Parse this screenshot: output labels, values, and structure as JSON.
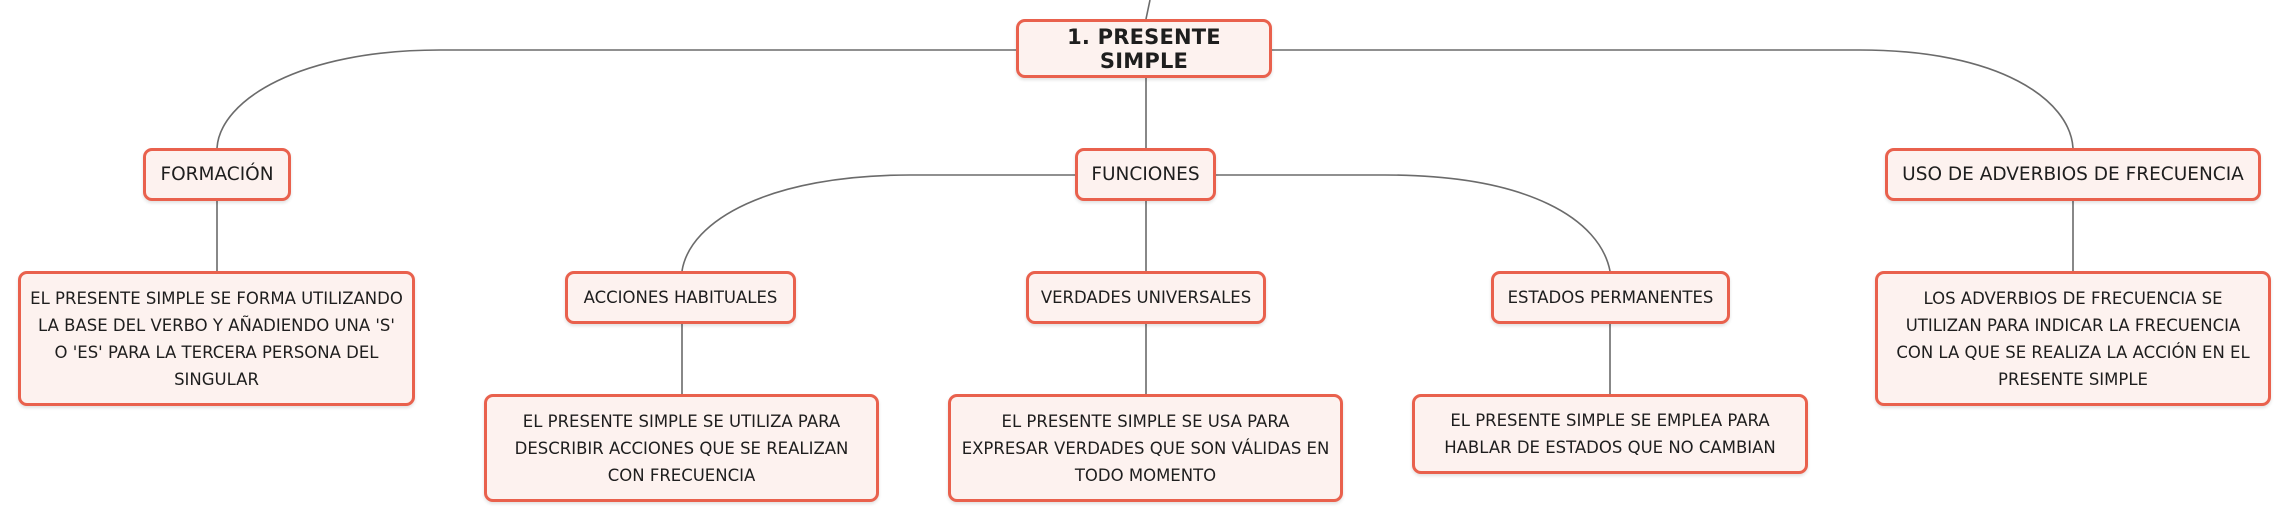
{
  "colors": {
    "border": "#e9614d",
    "fill": "#fdf2ef",
    "connector": "#6b6b6b",
    "text": "#1e1e1e"
  },
  "map": {
    "root": "1. PRESENTE SIMPLE",
    "formacion": {
      "title": "FORMACIÓN",
      "detail": "EL PRESENTE SIMPLE SE FORMA UTILIZANDO LA BASE DEL VERBO Y AÑADIENDO UNA 'S' O 'ES' PARA LA TERCERA PERSONA DEL SINGULAR"
    },
    "funciones": {
      "title": "FUNCIONES",
      "acciones": {
        "title": "ACCIONES HABITUALES",
        "detail": "EL PRESENTE SIMPLE SE UTILIZA PARA DESCRIBIR ACCIONES QUE SE REALIZAN CON FRECUENCIA"
      },
      "verdades": {
        "title": "VERDADES UNIVERSALES",
        "detail": "EL PRESENTE SIMPLE SE USA PARA EXPRESAR VERDADES QUE SON VÁLIDAS EN TODO MOMENTO"
      },
      "estados": {
        "title": "ESTADOS PERMANENTES",
        "detail": "EL PRESENTE SIMPLE SE EMPLEA PARA HABLAR DE ESTADOS QUE NO CAMBIAN"
      }
    },
    "adverbios": {
      "title": "USO DE ADVERBIOS DE FRECUENCIA",
      "detail": "LOS ADVERBIOS DE FRECUENCIA SE UTILIZAN PARA INDICAR LA FRECUENCIA CON LA QUE SE REALIZA LA ACCIÓN EN EL PRESENTE SIMPLE"
    }
  }
}
